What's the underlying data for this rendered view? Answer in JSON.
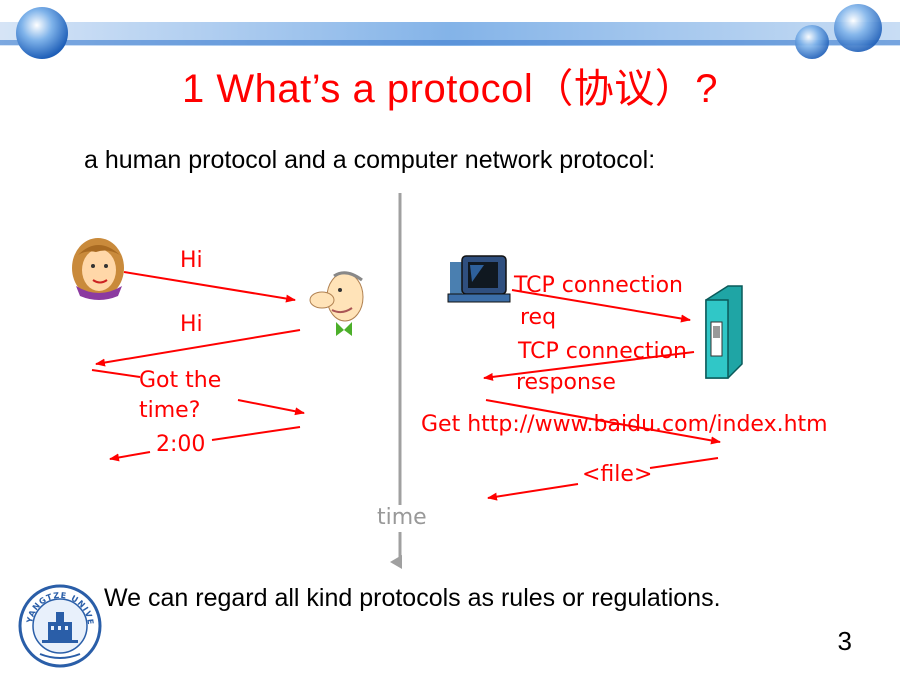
{
  "slide": {
    "title": "1  What’s a protocol（协议）?",
    "subtitle": "a human protocol and a computer network protocol:",
    "footer": "We can regard all kind protocols as rules or regulations.",
    "page_number": "3"
  },
  "human_protocol": {
    "messages": [
      "Hi",
      "Hi",
      "Got the",
      "time?",
      "2:00"
    ]
  },
  "network_protocol": {
    "messages": [
      "TCP connection",
      "req",
      "TCP connection",
      "response",
      "Get http://www.baidu.com/index.htm",
      "<file>"
    ]
  },
  "timeline": {
    "label": "time"
  },
  "logo": {
    "text": "YANGTZE UNIVERSITY"
  },
  "colors": {
    "accent": "#ff0000",
    "timeline": "#a0a0a0",
    "banner": "#4a8fd8"
  }
}
